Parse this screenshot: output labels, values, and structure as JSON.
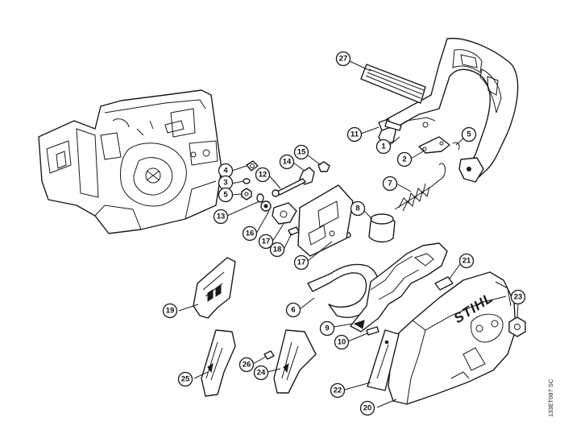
{
  "diagram": {
    "brand_label": "STIHL",
    "document_code": "133ET087 SC",
    "callouts": [
      "27",
      "11",
      "1",
      "2",
      "5",
      "7",
      "8",
      "4",
      "3",
      "5",
      "14",
      "15",
      "12",
      "13",
      "16",
      "17",
      "18",
      "17",
      "21",
      "6",
      "19",
      "23",
      "9",
      "10",
      "26",
      "24",
      "25",
      "22",
      "20"
    ]
  }
}
